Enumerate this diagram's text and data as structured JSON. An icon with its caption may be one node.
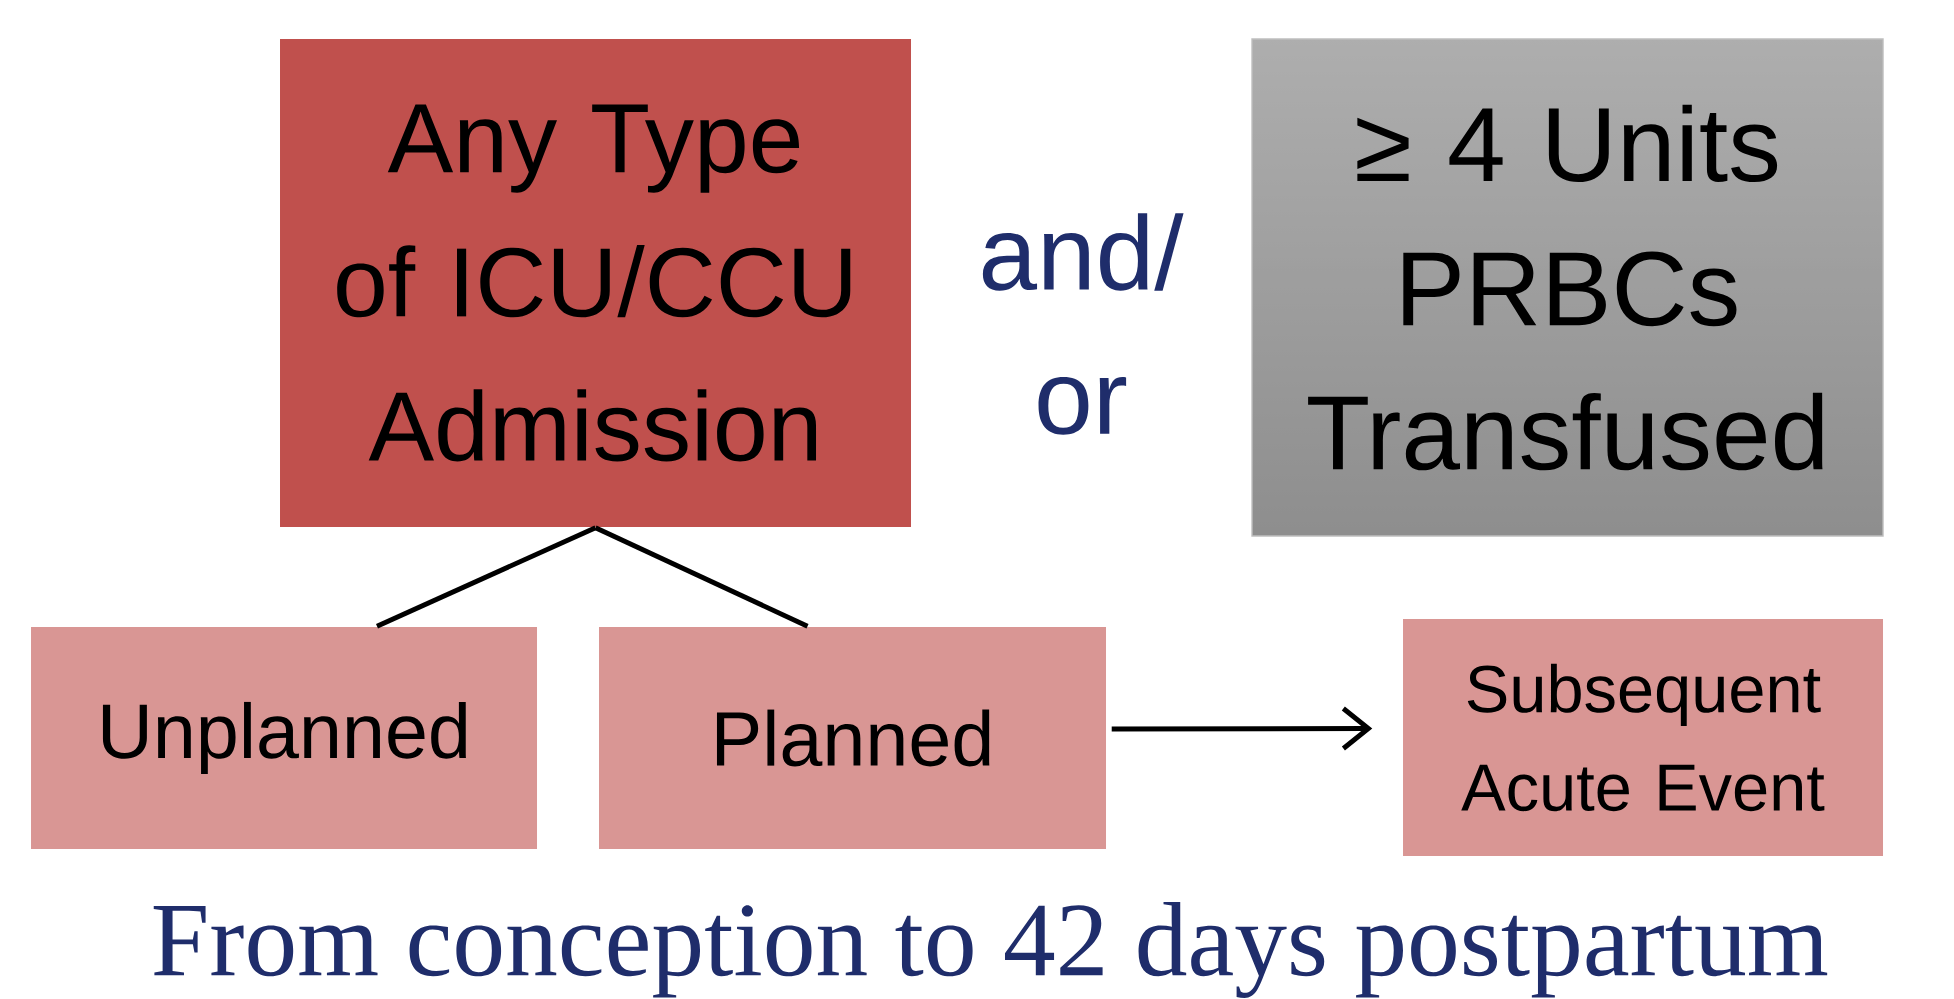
{
  "diagram": {
    "caption": "From conception to 42 days postpartum",
    "nodes": [
      {
        "text": [
          "Any Type of ICU/CCU Admission"
        ]
      },
      {
        "text": [
          "≥ 4 Units PRBCs Transfused"
        ]
      },
      {
        "text": [
          "Unplanned"
        ]
      },
      {
        "text": [
          "Planned"
        ]
      },
      {
        "text": [
          "Subsequent Acute Event"
        ]
      }
    ],
    "edges": [
      {
        "from": 0,
        "to": 2,
        "arrow": "none"
      },
      {
        "from": 0,
        "to": 3,
        "arrow": "none"
      },
      {
        "from": 3,
        "to": 4,
        "arrow": "to"
      }
    ],
    "labels": [
      "and/ or"
    ]
  }
}
